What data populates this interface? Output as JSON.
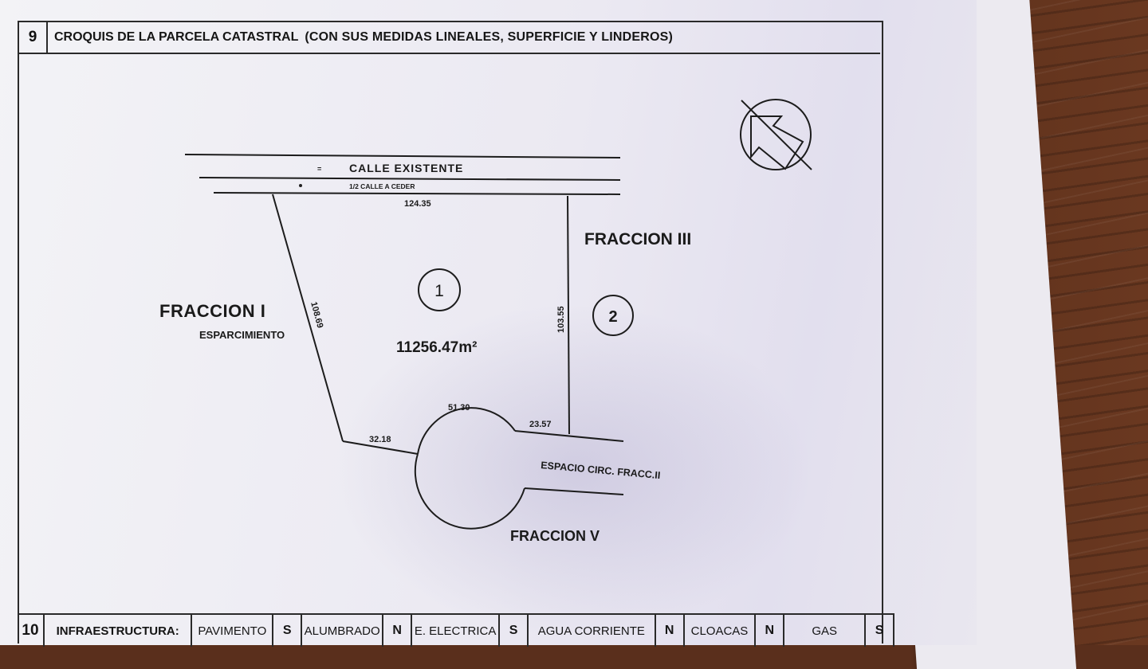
{
  "section9": {
    "number": "9",
    "title": "CROQUIS DE LA PARCELA CATASTRAL",
    "subtitle": "(CON SUS MEDIDAS LINEALES, SUPERFICIE Y LINDEROS)"
  },
  "sketch": {
    "street": "CALLE EXISTENTE",
    "half_street": "1/2 CALLE A CEDER",
    "top_length": "124.35",
    "left_length": "108.69",
    "right_length": "103.55",
    "arc_length": "51.30",
    "right_bottom": "23.57",
    "left_bottom": "32.18",
    "lot1_label": "1",
    "lot2_label": "2",
    "area": "11256.47m²",
    "fraccion_i": "FRACCION I",
    "esparcimiento": "ESPARCIMIENTO",
    "fraccion_iii": "FRACCION III",
    "fraccion_v": "FRACCION V",
    "espacio_circ": "ESPACIO CIRC. FRACC.II"
  },
  "section10": {
    "number": "10",
    "title": "INFRAESTRUCTURA:",
    "items": [
      {
        "label": "PAVIMENTO",
        "value": "S"
      },
      {
        "label": "ALUMBRADO",
        "value": "N"
      },
      {
        "label": "E. ELECTRICA",
        "value": "S"
      },
      {
        "label": "AGUA CORRIENTE",
        "value": "N"
      },
      {
        "label": "CLOACAS",
        "value": "N"
      },
      {
        "label": "GAS",
        "value": "S"
      }
    ]
  }
}
